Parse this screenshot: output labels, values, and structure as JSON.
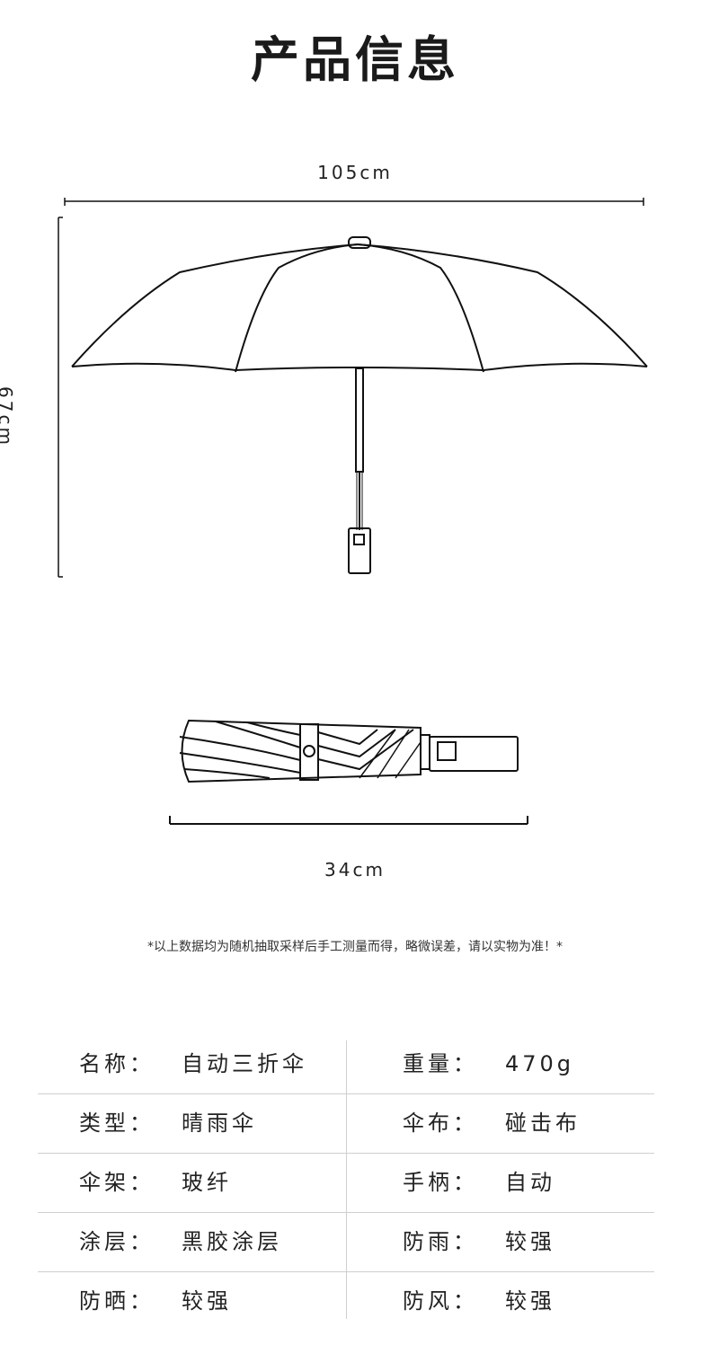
{
  "title": "产品信息",
  "dimensions": {
    "width_open": "105cm",
    "height_open": "67cm",
    "length_folded": "34cm"
  },
  "note": "*以上数据均为随机抽取采样后手工测量而得，略微误差，请以实物为准！*",
  "specs": [
    {
      "k1": "名称：",
      "v1": "自动三折伞",
      "k2": "重量：",
      "v2": "470g"
    },
    {
      "k1": "类型：",
      "v1": "晴雨伞",
      "k2": "伞布：",
      "v2": "碰击布"
    },
    {
      "k1": "伞架：",
      "v1": "玻纤",
      "k2": "手柄：",
      "v2": "自动"
    },
    {
      "k1": "涂层：",
      "v1": "黑胶涂层",
      "k2": "防雨：",
      "v2": "较强"
    },
    {
      "k1": "防晒：",
      "v1": "较强",
      "k2": "防风：",
      "v2": "较强"
    }
  ]
}
